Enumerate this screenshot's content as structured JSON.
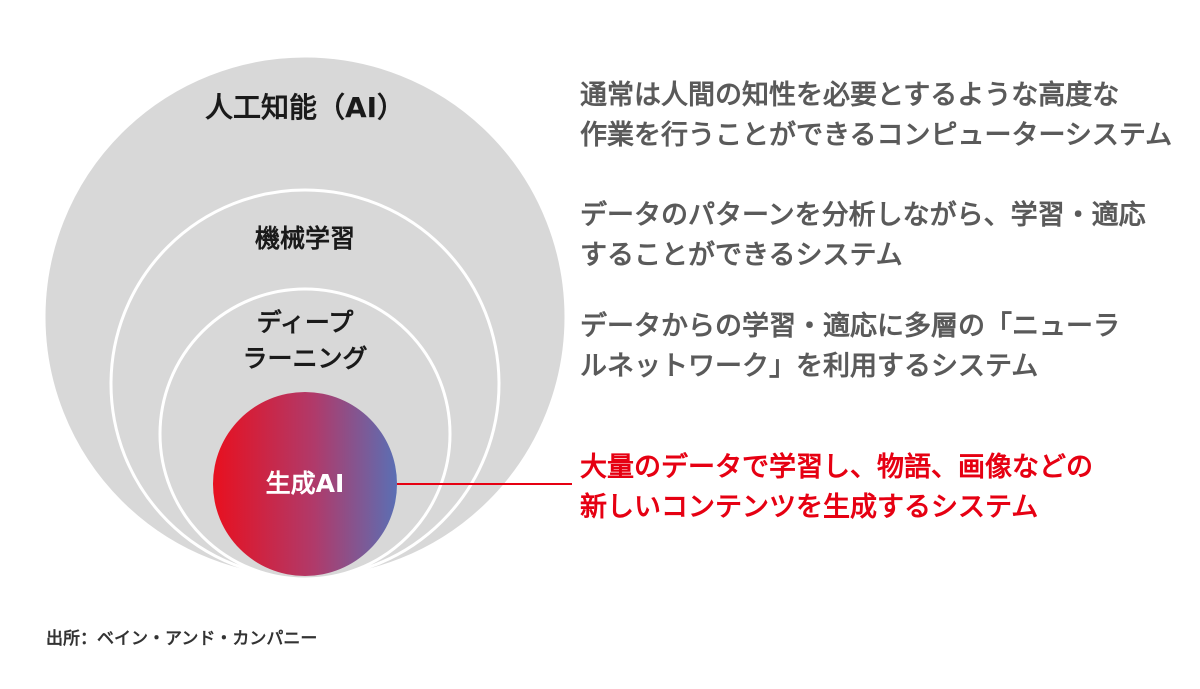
{
  "circles": {
    "ai": {
      "label": "人工知能（AI）"
    },
    "machine_learning": {
      "label": "機械学習"
    },
    "deep_learning": {
      "label_line1": "ディープ",
      "label_line2": "ラーニング"
    },
    "generative_ai": {
      "label": "生成AI"
    }
  },
  "descriptions": {
    "ai": {
      "line1": "通常は人間の知性を必要とするような高度な",
      "line2": "作業を行うことができるコンピューターシステム"
    },
    "machine_learning": {
      "line1": "データのパターンを分析しながら、学習・適応",
      "line2": "することができるシステム"
    },
    "deep_learning": {
      "line1": "データからの学習・適応に多層の「ニューラ",
      "line2": "ルネットワーク」を利用するシステム"
    },
    "generative_ai": {
      "line1": "大量のデータで学習し、物語、画像などの",
      "line2": "新しいコンテンツを生成するシステム"
    }
  },
  "source": "出所：ベイン・アンド・カンパニー",
  "colors": {
    "circle_fill": "#d8d8d8",
    "circle_stroke": "#ffffff",
    "gradient_start": "#e8101f",
    "gradient_end": "#5a6fb4",
    "accent": "#e60012",
    "description_text": "#5a5a5a"
  }
}
